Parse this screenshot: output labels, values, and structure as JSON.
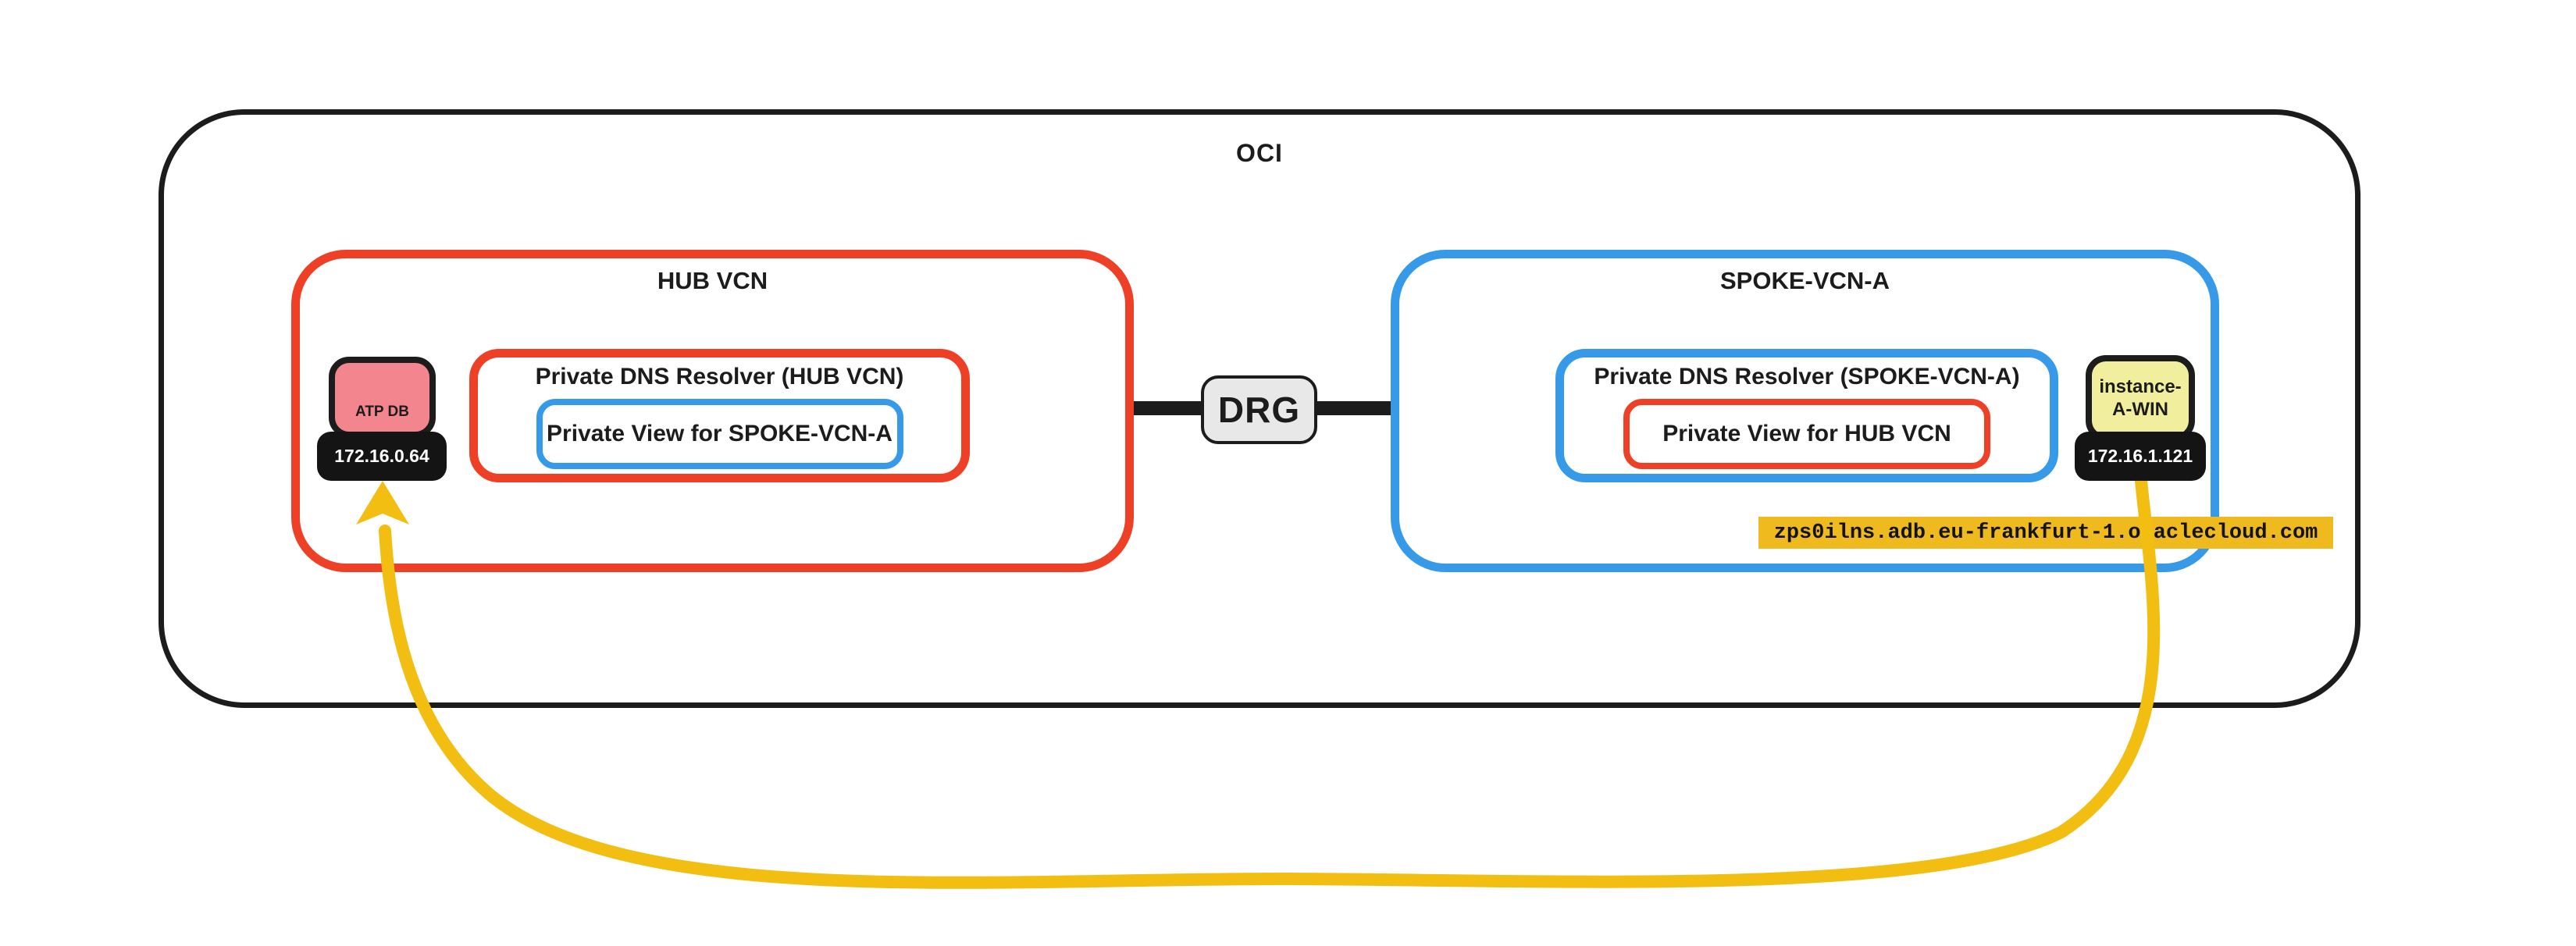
{
  "diagram": {
    "title": "OCI",
    "hub_vcn": {
      "label": "HUB VCN",
      "resolver": {
        "title": "Private DNS Resolver (HUB VCN)",
        "view_label": "Private View for SPOKE-VCN-A"
      },
      "atp_db": {
        "label": "ATP DB",
        "ip": "172.16.0.64"
      }
    },
    "drg": {
      "label": "DRG"
    },
    "spoke_vcn_a": {
      "label": "SPOKE-VCN-A",
      "resolver": {
        "title": "Private DNS Resolver (SPOKE-VCN-A)",
        "view_label": "Private View for HUB VCN"
      },
      "instance": {
        "label": "instance-\nA-WIN",
        "ip": "172.16.1.121"
      },
      "fqdn": "zps0ilns.adb.eu-frankfurt-1.oraclecloud.com"
    }
  },
  "colors": {
    "ink": "#1c1c1c",
    "badge": "#141414",
    "red": "#ee4026",
    "blue": "#369ae9",
    "gold": "#f2be12",
    "highlight": "#efba1e",
    "pink": "#f2858e",
    "pale-yellow": "#f1ef9e",
    "drg-fill": "#e8e8e8"
  }
}
